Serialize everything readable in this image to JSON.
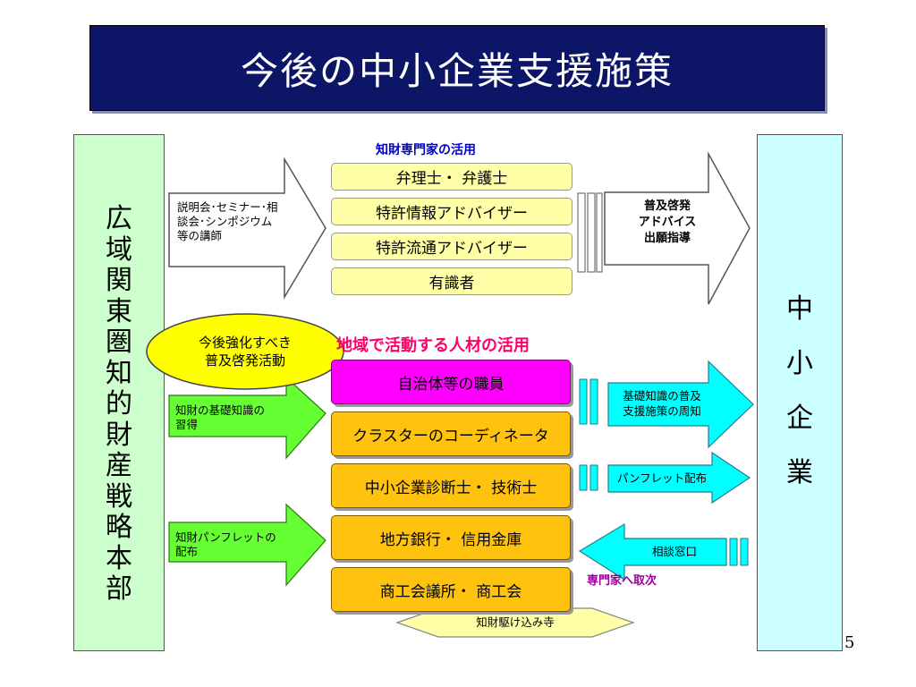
{
  "title": "今後の中小企業支援施策",
  "left_panel": {
    "chars": [
      "広",
      "域",
      "関",
      "東",
      "圏",
      "知",
      "的",
      "財",
      "産",
      "戦",
      "略",
      "本",
      "部"
    ]
  },
  "right_panel": {
    "chars": [
      "中",
      "小",
      "企",
      "業"
    ]
  },
  "upper_section": {
    "heading": "知財専門家の活用",
    "left_arrow_lines": [
      "説明会･セミナー･相",
      "談会･シンポジウム",
      "等の講師"
    ],
    "boxes": [
      "弁理士・ 弁護士",
      "特許情報アドバイザー",
      "特許流通アドバイザー",
      "有識者"
    ],
    "right_arrow_lines": [
      "普及啓発",
      "アドバイス",
      "出願指導"
    ]
  },
  "lower_section": {
    "heading": "地域で活動する人材の活用",
    "ellipse_lines": [
      "今後強化すべき",
      "普及啓発活動"
    ],
    "left_arrow_1_lines": [
      "知財の基礎知識の",
      "習得"
    ],
    "left_arrow_2_lines": [
      "知財パンフレットの",
      "配布"
    ],
    "boxes": [
      "自治体等の職員",
      "クラスターのコーディネータ",
      "中小企業診断士・ 技術士",
      "地方銀行・ 信用金庫",
      "商工会議所・ 商工会"
    ],
    "right_arrow_1_lines": [
      "基礎知識の普及",
      "支援施策の周知"
    ],
    "right_arrow_2": "パンフレット配布",
    "back_arrow": "相談窓口",
    "note": "専門家へ取次",
    "bottom_hexagon": "知財駆け込み寺"
  },
  "page_number": "5",
  "colors": {
    "title_bg": "#0d1566",
    "left_panel": "#ccffcc",
    "right_panel": "#ccffff",
    "yellow_box": "#ffffa8",
    "orange_box": "#ffc20e",
    "magenta_box": "#ff00ff",
    "green_arrow": "#66ff33",
    "cyan_arrow": "#00ffff",
    "ellipse": "#ffff00"
  }
}
